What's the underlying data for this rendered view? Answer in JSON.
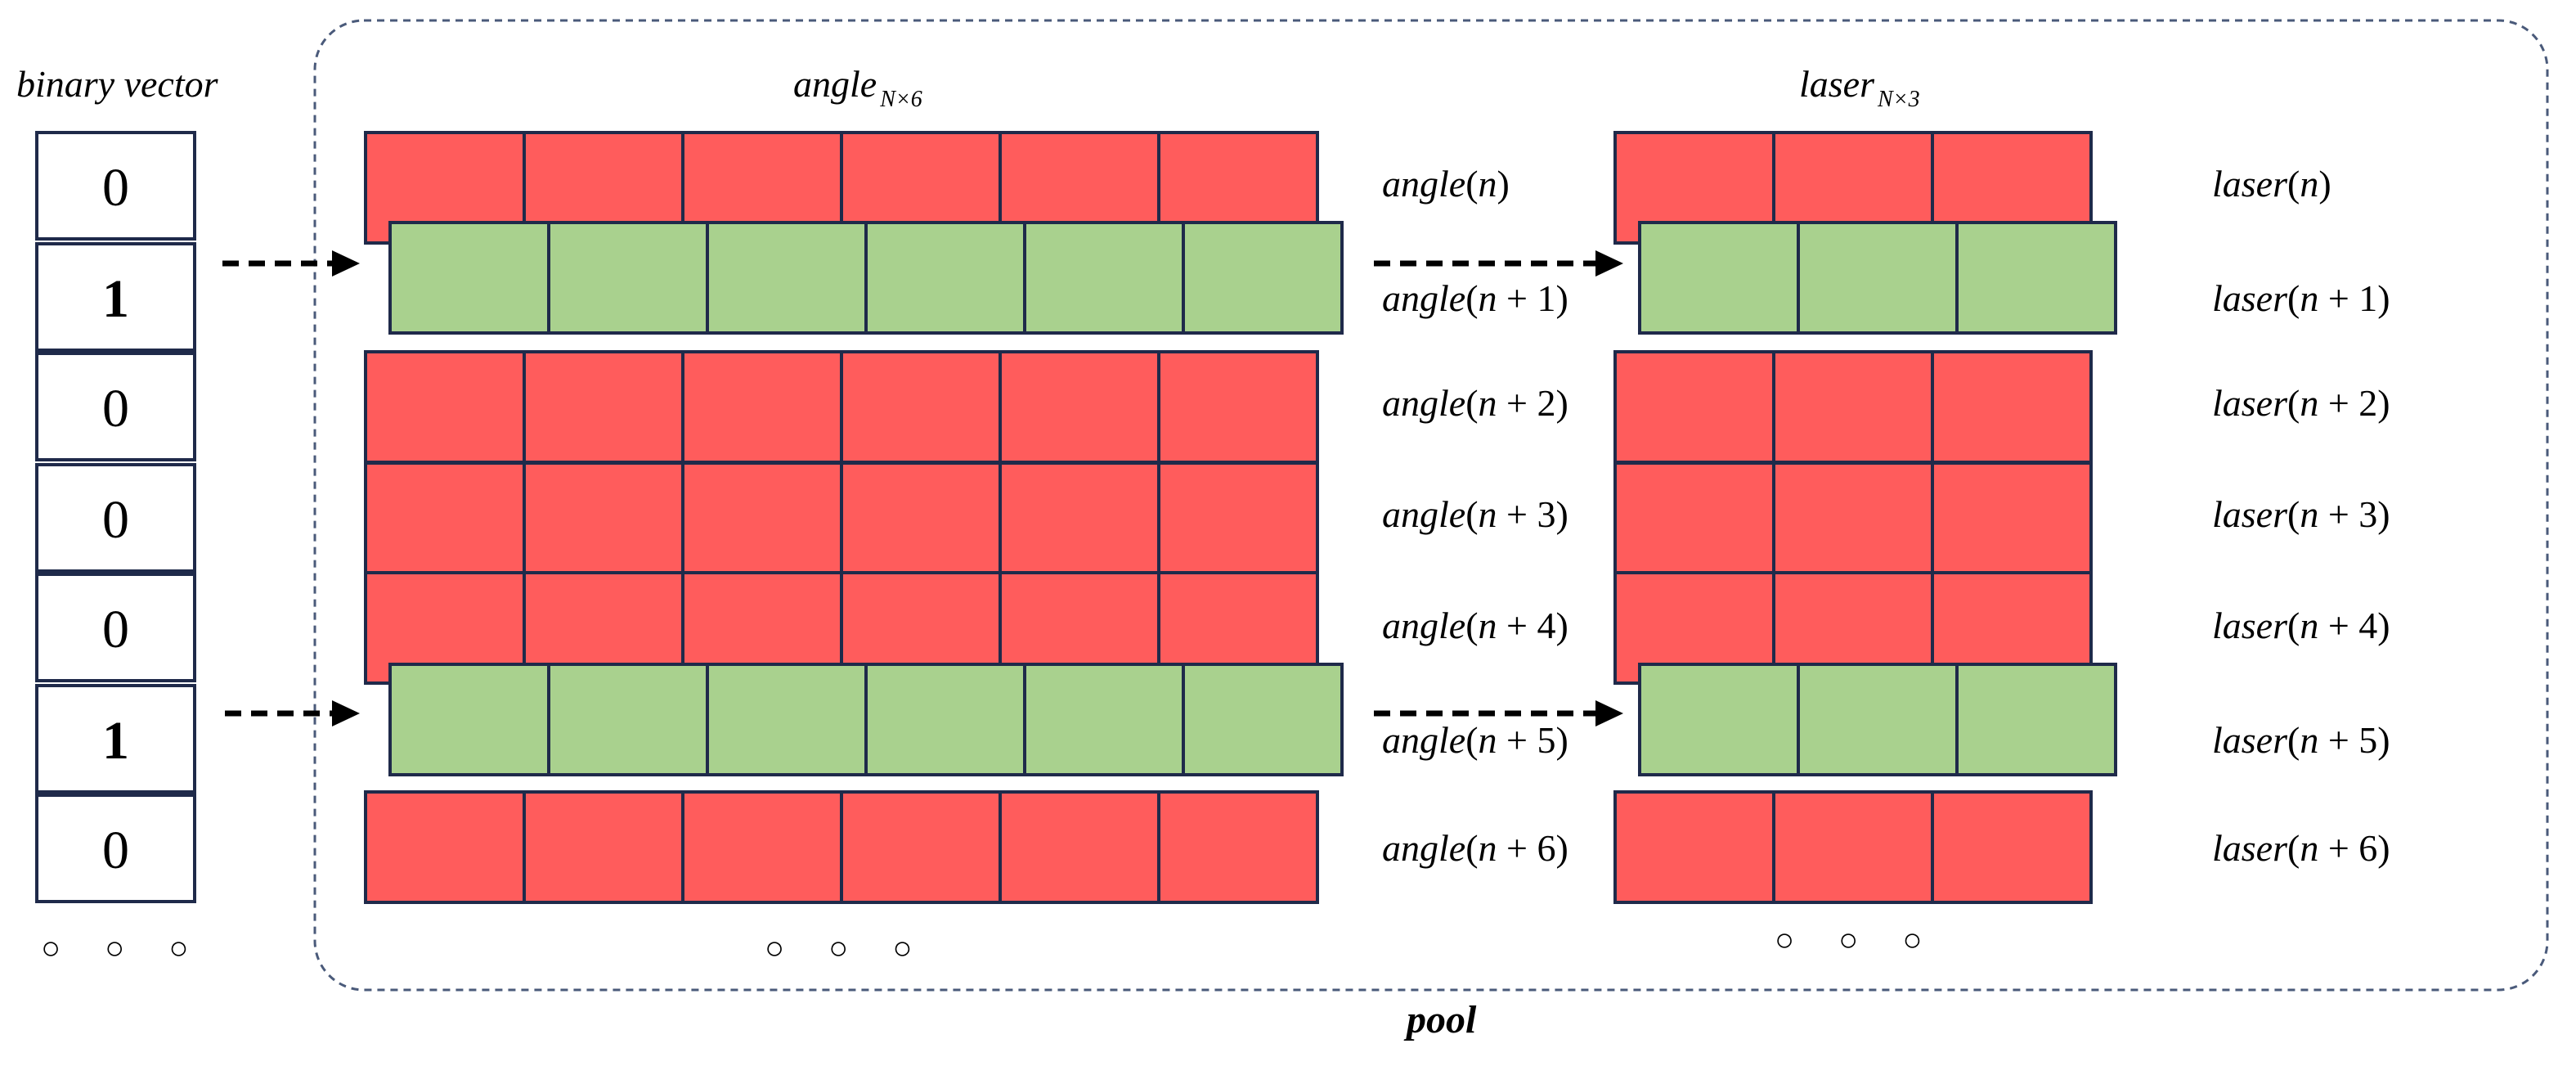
{
  "binary_vector": {
    "title": "binary vector",
    "bits": [
      "0",
      "1",
      "0",
      "0",
      "0",
      "1",
      "0"
    ],
    "ellipsis": "○ ○ ○"
  },
  "angle_matrix": {
    "title": "angle",
    "subscript": "N×6",
    "columns": 6,
    "row_labels": [
      {
        "name": "angle",
        "n": "n",
        "suffix": ""
      },
      {
        "name": "angle",
        "n": "n",
        "suffix": "+1"
      },
      {
        "name": "angle",
        "n": "n",
        "suffix": "+2"
      },
      {
        "name": "angle",
        "n": "n",
        "suffix": "+3"
      },
      {
        "name": "angle",
        "n": "n",
        "suffix": "+4"
      },
      {
        "name": "angle",
        "n": "n",
        "suffix": "+5"
      },
      {
        "name": "angle",
        "n": "n",
        "suffix": "+6"
      }
    ],
    "ellipsis": "○ ○ ○"
  },
  "laser_matrix": {
    "title": "laser",
    "subscript": "N×3",
    "columns": 3,
    "row_labels": [
      {
        "name": "laser",
        "n": "n",
        "suffix": ""
      },
      {
        "name": "laser",
        "n": "n",
        "suffix": "+1"
      },
      {
        "name": "laser",
        "n": "n",
        "suffix": "+2"
      },
      {
        "name": "laser",
        "n": "n",
        "suffix": "+3"
      },
      {
        "name": "laser",
        "n": "n",
        "suffix": "+4"
      },
      {
        "name": "laser",
        "n": "n",
        "suffix": "+5"
      },
      {
        "name": "laser",
        "n": "n",
        "suffix": "+6"
      }
    ],
    "ellipsis": "○ ○ ○"
  },
  "pool_label": "pool",
  "colors": {
    "unselected": "#FF5C5C",
    "selected": "#A9D18E",
    "cell_border": "#1F2A4A",
    "pool_border": "#4A5A7A",
    "arrow": "#000000"
  }
}
